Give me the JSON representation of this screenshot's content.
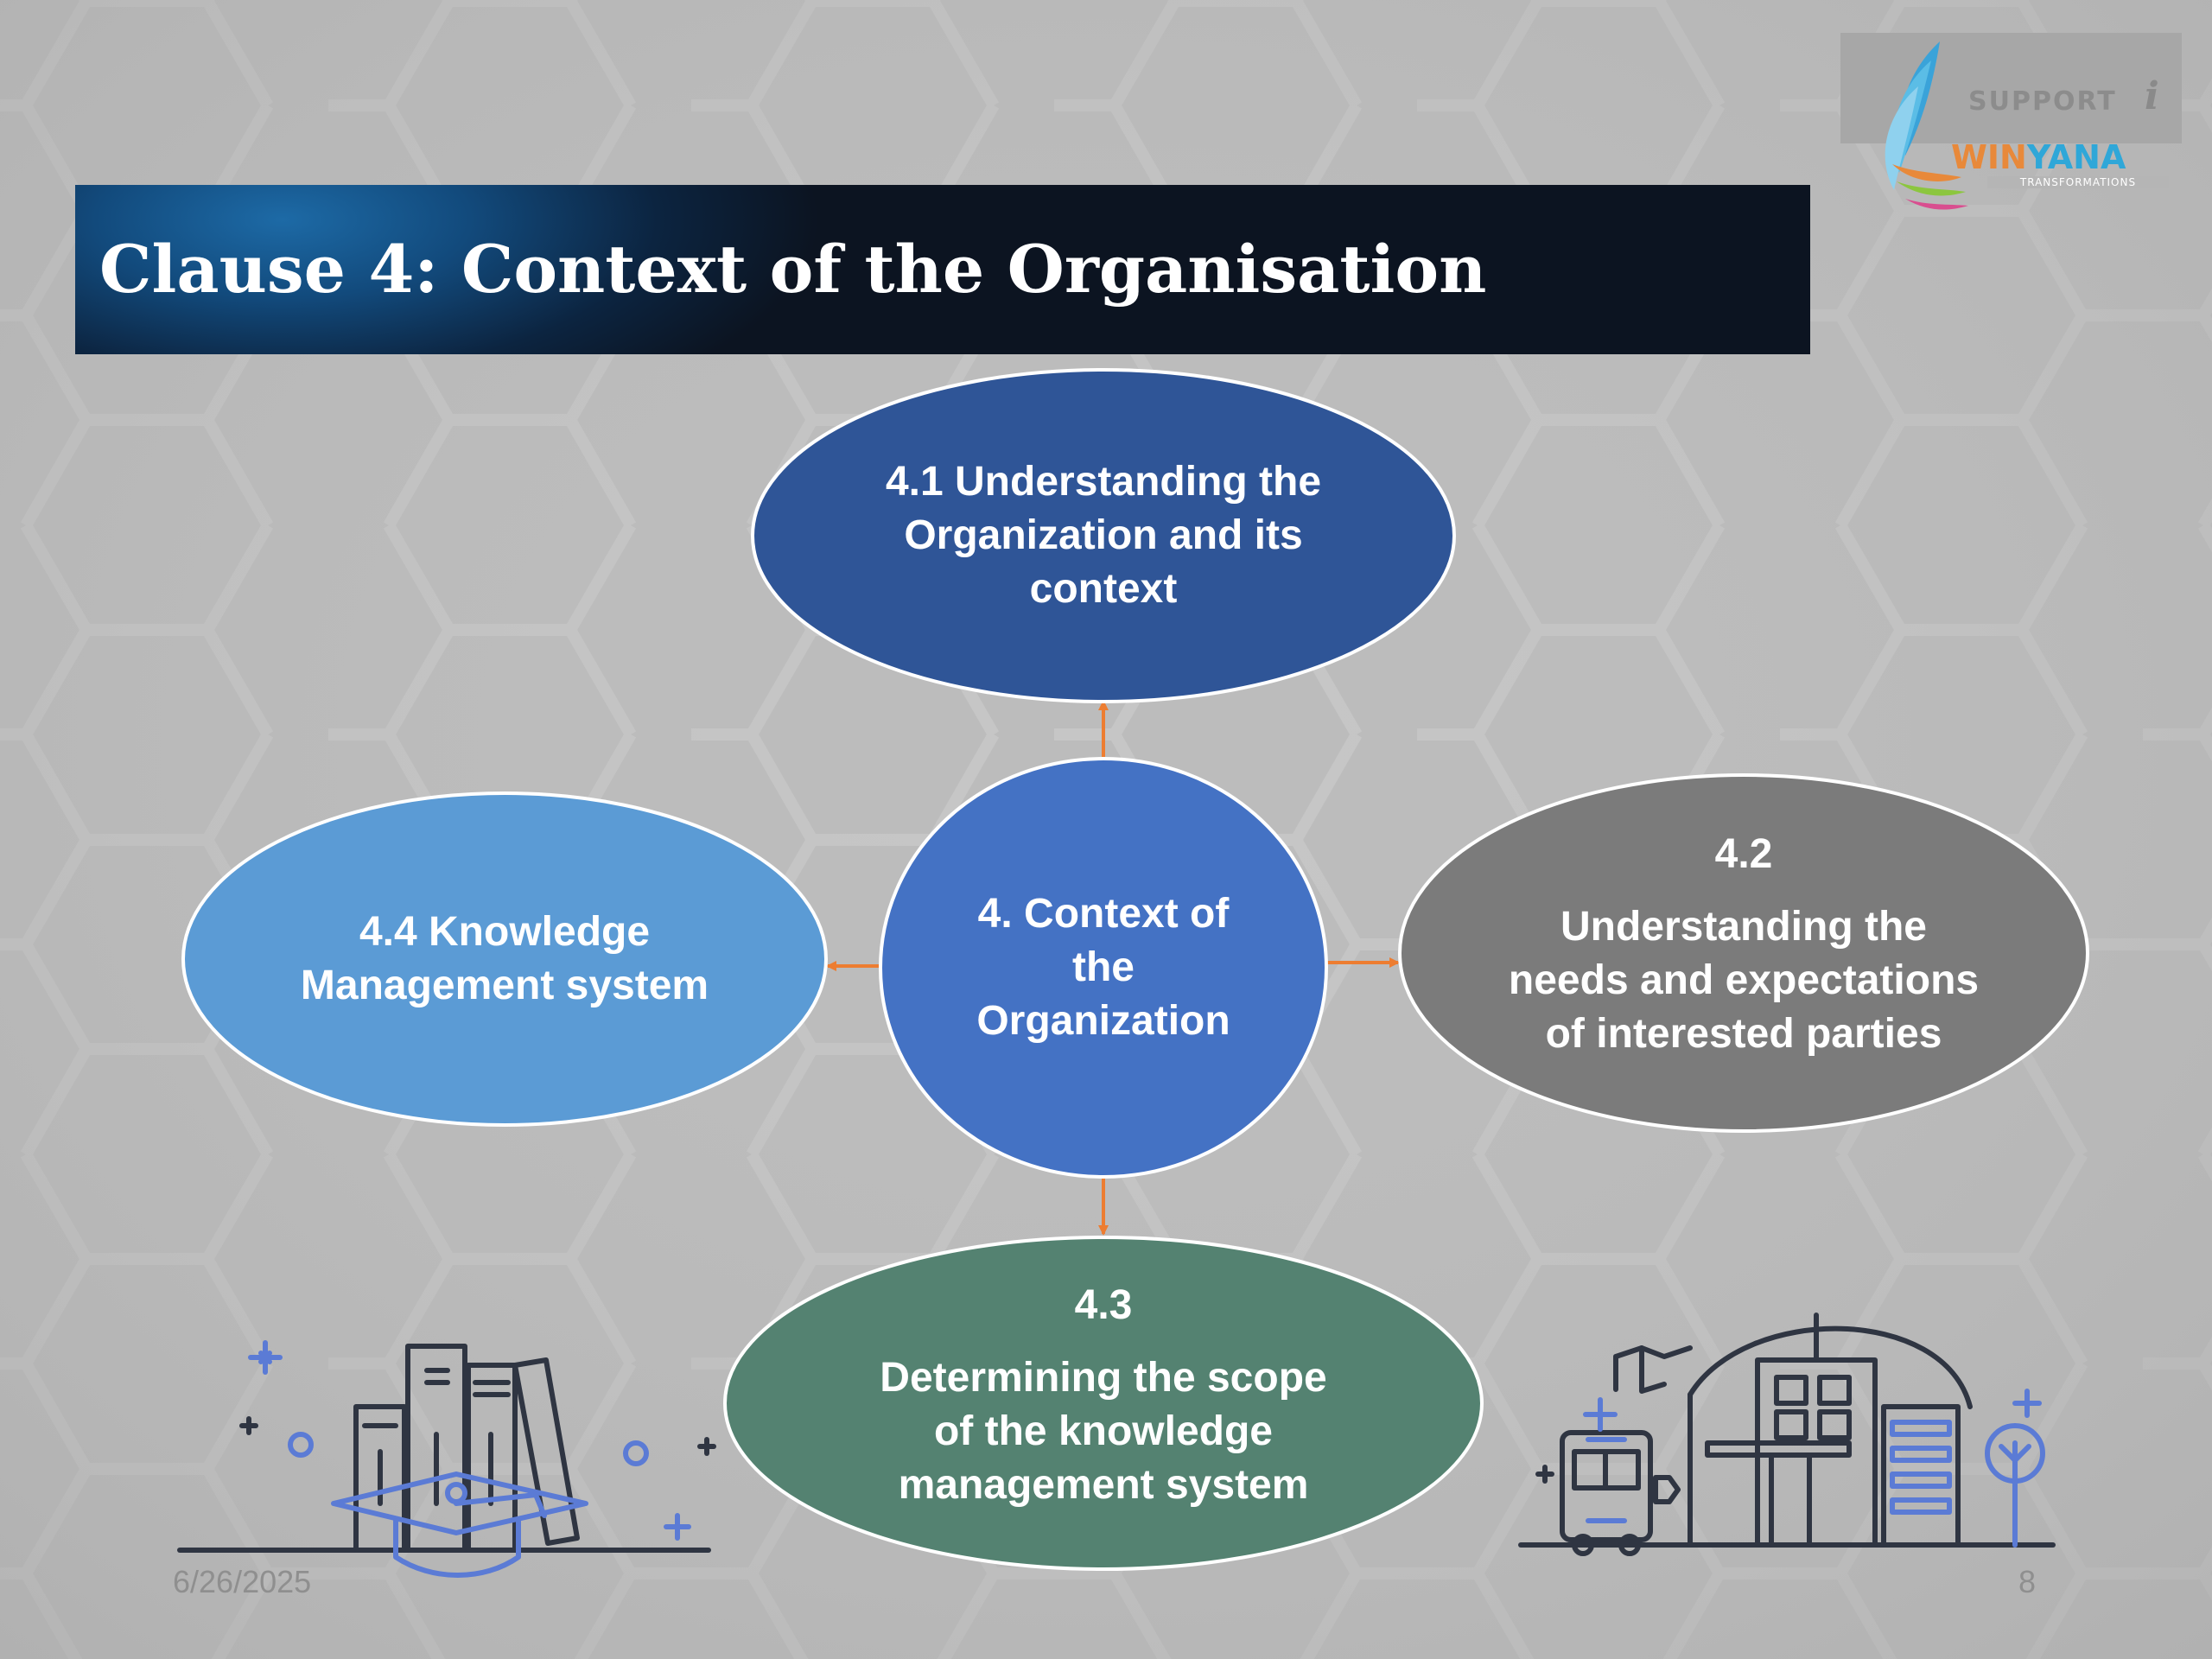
{
  "slide": {
    "title": "Clause 4: Context of the Organisation",
    "date": "6/26/2025",
    "page_number": "8"
  },
  "logo": {
    "support_text": "SUPPORT",
    "support_icon_letter": "i",
    "brand_part1": "WIN",
    "brand_part2": "YANA",
    "tagline": "TRANSFORMATIONS"
  },
  "diagram": {
    "center": {
      "lines": [
        "4. Context of",
        "the",
        "Organization"
      ],
      "color": "#4472c4"
    },
    "nodes": {
      "top": {
        "lines": [
          "4.1 Understanding the",
          "Organization and its",
          "context"
        ],
        "color": "#2f5597"
      },
      "right": {
        "heading": "4.2",
        "lines": [
          "Understanding the",
          "needs and expectations",
          "of interested parties"
        ],
        "color": "#7b7b7b"
      },
      "bottom": {
        "heading": "4.3",
        "lines": [
          "Determining the scope",
          "of the knowledge",
          "management system"
        ],
        "color": "#548271"
      },
      "left": {
        "lines": [
          "4.4 Knowledge",
          "Management system"
        ],
        "color": "#5b9bd5"
      }
    },
    "arrow_color": "#ed7d31"
  },
  "illustrations": {
    "left": "books-graduation-cap-icon",
    "right": "school-bus-building-icon"
  }
}
